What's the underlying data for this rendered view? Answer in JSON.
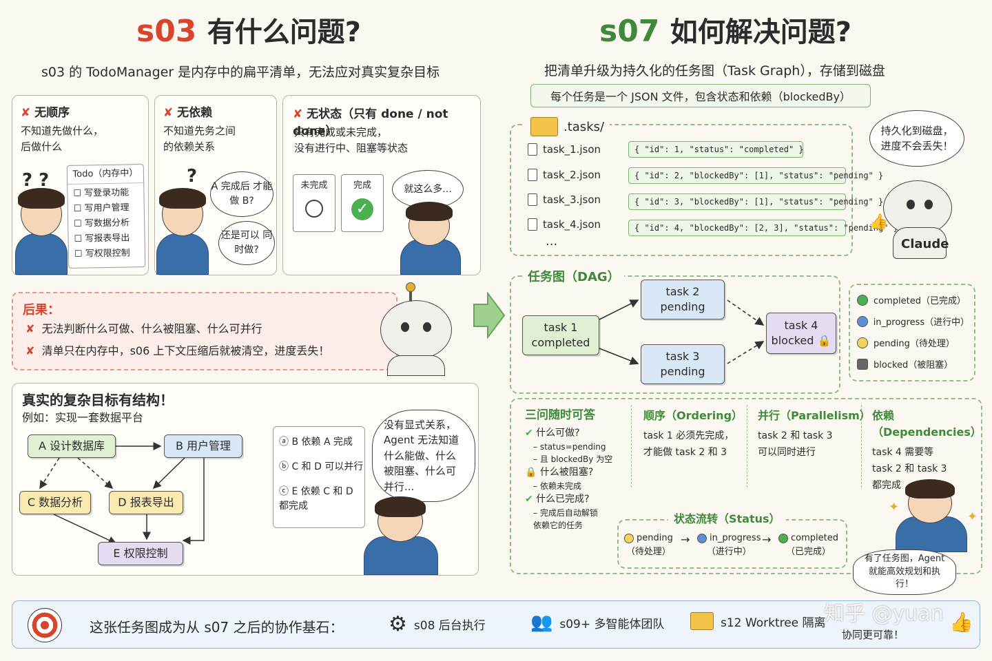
{
  "left": {
    "title_code": "s03",
    "title_rest": "有什么问题?",
    "subtitle": "s03 的 TodoManager 是内存中的扁平清单，无法应对真实复杂目标",
    "cards": [
      {
        "head": "无顺序",
        "text1": "不知道先做什么，",
        "text2": "后做什么"
      },
      {
        "head": "无依赖",
        "text1": "不知道先务之间",
        "text2": "的依赖关系"
      },
      {
        "head": "无状态（只有 done / not done）",
        "text1": "只有完成或未完成，",
        "text2": "没有进行中、阻塞等状态"
      }
    ],
    "todo": {
      "title": "Todo（内存中）",
      "items": [
        "写登录功能",
        "写用户管理",
        "写数据分析",
        "写报表导出",
        "写权限控制"
      ]
    },
    "bubble_a": "A 完成后 才能做 B?",
    "bubble_b": "还是可以 同时做?",
    "status_undone": "未完成",
    "status_done": "完成",
    "bubble_only": "就这么多...",
    "consequence": {
      "head": "后果：",
      "items": [
        "无法判断什么可做、什么被阻塞、什么可并行",
        "清单只在内存中，s06 上下文压缩后就被清空，进度丢失！"
      ]
    },
    "real": {
      "head": "真实的复杂目标有结构！",
      "example": "例如：实现一套数据平台",
      "nodes": [
        "A 设计数据库",
        "B 用户管理",
        "C 数据分析",
        "D 报表导出",
        "E 权限控制"
      ],
      "notes": [
        "B 依赖 A 完成",
        "C 和 D 可以并行",
        "E 依赖 C 和 D 都完成"
      ],
      "bubble": "没有显式关系，Agent 无法知道什么能做、什么被阻塞、什么可并行..."
    }
  },
  "right": {
    "title_code": "s07",
    "title_rest": "如何解决问题?",
    "subtitle": "把清单升级为持久化的任务图（Task Graph），存储到磁盘",
    "note": "每个任务是一个 JSON 文件，包含状态和依赖（blockedBy）",
    "folder": ".tasks/",
    "files": [
      "task_1.json",
      "task_2.json",
      "task_3.json",
      "task_4.json"
    ],
    "ellipsis": "...",
    "jsons": [
      "{ \"id\": 1, \"status\": \"completed\" }",
      "{ \"id\": 2, \"blockedBy\": [1], \"status\": \"pending\" }",
      "{ \"id\": 3, \"blockedBy\": [1], \"status\": \"pending\" }",
      "{ \"id\": 4, \"blockedBy\": [2, 3], \"status\": \"pending\" }"
    ],
    "robot_bubble": "持久化到磁盘，进度不会丢失！",
    "robot_label": "Claude",
    "dag": {
      "head": "任务图（DAG）",
      "t1": {
        "name": "task 1",
        "status": "completed"
      },
      "t2": {
        "name": "task 2",
        "status": "pending"
      },
      "t3": {
        "name": "task 3",
        "status": "pending"
      },
      "t4": {
        "name": "task 4",
        "status": "blocked"
      }
    },
    "legend": [
      {
        "label": "completed（已完成）",
        "color": "#4caf50"
      },
      {
        "label": "in_progress（进行中）",
        "color": "#5b8ed6"
      },
      {
        "label": "pending（待处理）",
        "color": "#f3d35a"
      },
      {
        "label": "blocked（被阻塞）",
        "color": "#666666"
      }
    ],
    "qa": {
      "head": "三问随时可答",
      "q1": "什么可做?",
      "a1a": "– status=pending",
      "a1b": "– 且 blockedBy 为空",
      "q2": "什么被阻塞?",
      "a2": "– 依赖未完成",
      "q3": "什么已完成?",
      "a3a": "– 完成后自动解锁",
      "a3b": "依赖它的任务"
    },
    "cols": [
      {
        "head": "顺序（Ordering）",
        "l1": "task 1 必须先完成，",
        "l2": "才能做 task 2 和 3",
        "l3": ""
      },
      {
        "head": "并行（Parallelism）",
        "l1": "task 2 和 task 3",
        "l2": "可以同时进行",
        "l3": ""
      },
      {
        "head": "依赖（Dependencies）",
        "l1": "task 4 需要等",
        "l2": "task 2 和 task 3",
        "l3": "都完成"
      }
    ],
    "flow": {
      "head": "状态流转（Status）",
      "s1": "pending",
      "s1b": "（待处理）",
      "s2": "in_progress",
      "s2b": "（进行中）",
      "s3": "completed",
      "s3b": "（已完成）"
    },
    "boy_bubble": "有了任务图，Agent 就能高效规划和执行！"
  },
  "footer": {
    "text": "这张任务图成为从 s07 之后的协作基石：",
    "items": [
      "s08 后台执行",
      "s09+ 多智能体团队",
      "s12 Worktree 隔离"
    ],
    "end": "协同更可靠！",
    "watermark": "知乎 @yuan"
  }
}
